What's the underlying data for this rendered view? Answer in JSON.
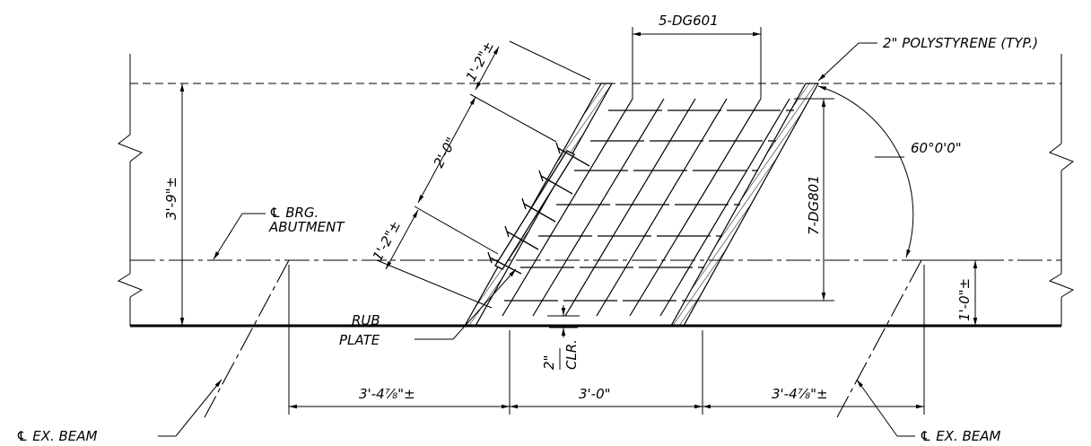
{
  "labels": {
    "top_bars": "5-DG601",
    "polystyrene": "2\" POLYSTYRENE (TYP.)",
    "angle": "60°0'0\"",
    "vertical_bars": "7-DG801",
    "cl_brg": "℄ BRG.",
    "abutment": "ABUTMENT",
    "rub": "RUB",
    "plate": "PLATE",
    "clr_value": "2\"",
    "clr_label": "CLR.",
    "cl_ex_beam_left": "℄ EX. BEAM",
    "cl_ex_beam_right": "℄ EX. BEAM"
  },
  "dimensions": {
    "overall_height": "3'-9\"±",
    "right_height": "1'-0\"±",
    "skew_top": "1'-2\"±",
    "skew_mid": "2'-0\"",
    "skew_bottom": "1'-2\"±",
    "bottom_left": "3'-4⅞\"±",
    "bottom_center": "3'-0\"",
    "bottom_right": "3'-4⅞\"±"
  }
}
